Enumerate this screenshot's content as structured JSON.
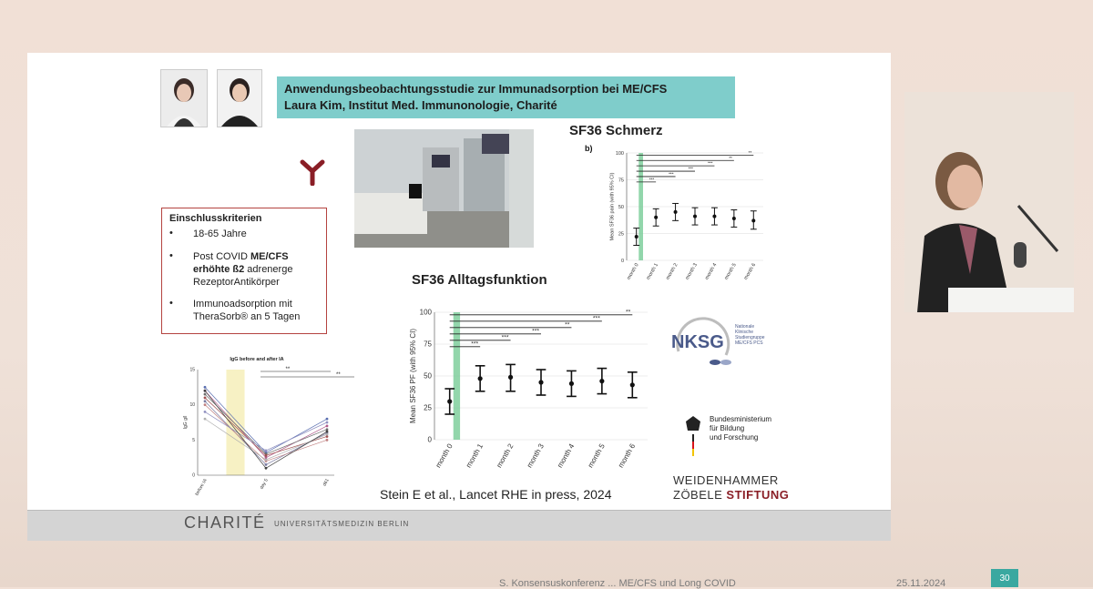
{
  "slide": {
    "title_line1": "Anwendungsbeobachtungsstudie zur Immunadsorption bei ME/CFS",
    "title_line2": "Laura Kim, Institut Med. Immunonologie, Charité",
    "inclusion": {
      "heading": "Einschlusskriterien",
      "items": [
        {
          "bullet": "•",
          "lines": [
            "18-65 Jahre"
          ]
        },
        {
          "bullet": "•",
          "lines_rich": [
            [
              "Post COVID ",
              "ME/CFS"
            ],
            [
              "erhöhte ß2",
              " adrenerge"
            ],
            [
              "RezeptorAntikörper",
              ""
            ]
          ]
        },
        {
          "bullet": "•",
          "lines": [
            "Immunoadsorption mit",
            "TheraSorb® an 5 Tagen"
          ]
        }
      ]
    },
    "citation": "Stein E et al., Lancet RHE in press, 2024",
    "logos": {
      "nksg": "NKSG",
      "nksg_sub": [
        "Nationale",
        "Klinische",
        "Studiengruppe",
        "ME/CFS PCS"
      ],
      "bmbf": [
        "Bundesministerium",
        "für Bildung",
        "und Forschung"
      ],
      "wz_line1": "WEIDENHAMMER",
      "wz_line2a": "ZÖBELE ",
      "wz_line2b": "STIFTUNG",
      "charite": "CHARITÉ",
      "charite_sub": "UNIVERSITÄTSMEDIZIN BERLIN"
    },
    "colors": {
      "title_bg": "#7fcdcb",
      "box_border": "#b4433f",
      "green_band": "#7fcf9c",
      "stiftung": "#8a1e26"
    }
  },
  "bottom_bar": {
    "text": "S. Konsensuskonferenz ... ME/CFS und Long COVID",
    "date": "25.11.2024",
    "page": "30"
  },
  "chart_data": [
    {
      "type": "scatter",
      "title": "SF36 Schmerz",
      "panel_label": "b)",
      "ylabel": "Mean SF36 pain (with 95% CI)",
      "categories": [
        "month 0",
        "month 1",
        "month 2",
        "month 3",
        "month 4",
        "month 5",
        "month 6"
      ],
      "values": [
        22,
        40,
        45,
        41,
        41,
        39,
        37
      ],
      "ci_low": [
        14,
        32,
        37,
        33,
        33,
        31,
        29
      ],
      "ci_high": [
        30,
        48,
        53,
        49,
        49,
        47,
        46
      ],
      "ylim": [
        0,
        100
      ],
      "yticks": [
        0,
        25,
        50,
        75,
        100
      ],
      "sig": [
        {
          "to": 1,
          "label": "***"
        },
        {
          "to": 2,
          "label": "***"
        },
        {
          "to": 3,
          "label": "***"
        },
        {
          "to": 4,
          "label": "***"
        },
        {
          "to": 5,
          "label": "**"
        },
        {
          "to": 6,
          "label": "**"
        }
      ]
    },
    {
      "type": "scatter",
      "title": "SF36 Alltagsfunktion",
      "ylabel": "Mean SF36 PF (with 95% CI)",
      "categories": [
        "month 0",
        "month 1",
        "month 2",
        "month 3",
        "month 4",
        "month 5",
        "month 6"
      ],
      "values": [
        30,
        48,
        49,
        45,
        44,
        46,
        43
      ],
      "ci_low": [
        20,
        38,
        38,
        35,
        34,
        36,
        33
      ],
      "ci_high": [
        40,
        58,
        59,
        55,
        54,
        56,
        53
      ],
      "ylim": [
        0,
        100
      ],
      "yticks": [
        0,
        25,
        50,
        75,
        100
      ],
      "sig": [
        {
          "to": 1,
          "label": "***"
        },
        {
          "to": 2,
          "label": "***"
        },
        {
          "to": 3,
          "label": "***"
        },
        {
          "to": 4,
          "label": "**"
        },
        {
          "to": 5,
          "label": "***"
        },
        {
          "to": 6,
          "label": "**"
        }
      ]
    },
    {
      "type": "line",
      "title": "IgG before and after IA",
      "ylabel": "IgG g/l",
      "categories": [
        "before IA",
        "day 5",
        "d61"
      ],
      "ylim": [
        0,
        15
      ],
      "yticks": [
        0,
        5,
        10,
        15
      ],
      "series": [
        {
          "values": [
            12.5,
            3.2,
            8.0
          ]
        },
        {
          "values": [
            12.0,
            2.5,
            7.0
          ]
        },
        {
          "values": [
            11.5,
            3.0,
            6.5
          ]
        },
        {
          "values": [
            11.0,
            2.8,
            5.5
          ]
        },
        {
          "values": [
            10.5,
            1.5,
            6.0
          ]
        },
        {
          "values": [
            10.0,
            2.0,
            5.0
          ]
        },
        {
          "values": [
            9.0,
            3.5,
            7.5
          ]
        },
        {
          "values": [
            8.0,
            2.2,
            5.8
          ]
        },
        {
          "values": [
            12.0,
            1.0,
            6.2
          ]
        }
      ],
      "sig": [
        {
          "label": "**"
        },
        {
          "label": "**"
        }
      ]
    }
  ]
}
